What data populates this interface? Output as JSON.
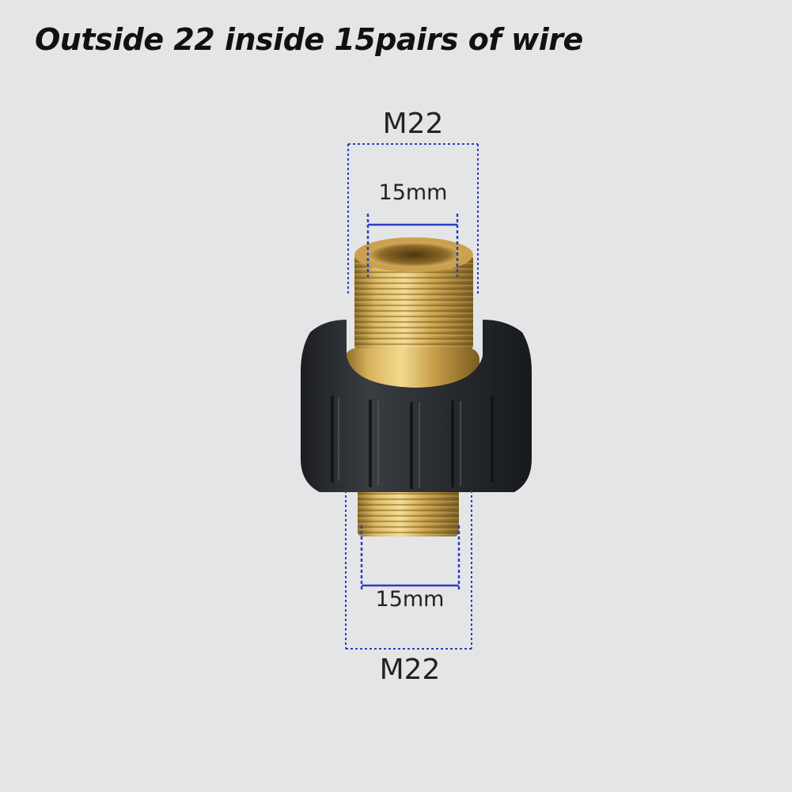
{
  "heading": "Outside 22 inside 15pairs of wire",
  "dimensions": {
    "top_outer": "M22",
    "top_inner": "15mm",
    "bottom_inner": "15mm",
    "bottom_outer": "M22"
  },
  "colors": {
    "background": "#e4e5e7",
    "brass": "#c9a24e",
    "rubber": "#2b2d30",
    "dimension_line": "#2b3fbf"
  }
}
